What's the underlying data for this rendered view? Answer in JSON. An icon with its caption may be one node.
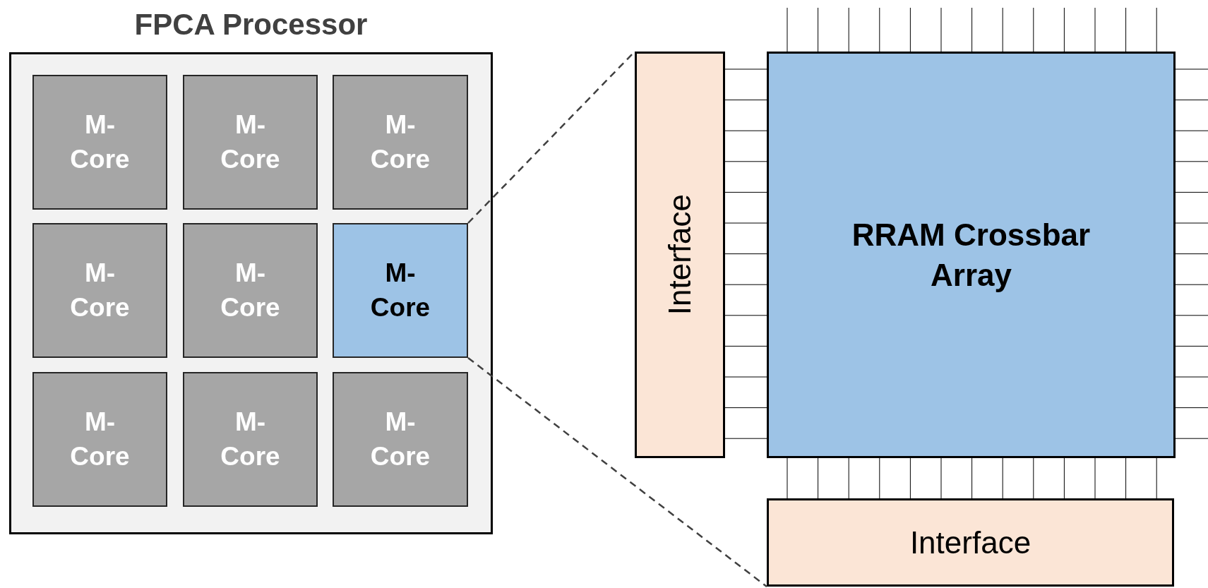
{
  "diagram": {
    "nodes": [
      {
        "text": [
          "FPCA Processor"
        ]
      },
      {
        "text": [
          "M-Core"
        ],
        "in": 0
      },
      {
        "text": [
          "M-Core"
        ],
        "in": 0
      },
      {
        "text": [
          "M-Core"
        ],
        "in": 0
      },
      {
        "text": [
          "M-Core"
        ],
        "in": 0
      },
      {
        "text": [
          "M-Core"
        ],
        "in": 0
      },
      {
        "text": [
          "M-Core"
        ],
        "in": 0
      },
      {
        "text": [
          "M-Core"
        ],
        "in": 0
      },
      {
        "text": [
          "M-Core"
        ],
        "in": 0
      },
      {
        "text": [
          "M-Core"
        ],
        "in": 0
      },
      {
        "text": [
          "Interface"
        ]
      },
      {
        "text": [
          "RRAM Crossbar Array"
        ]
      },
      {
        "text": [
          "Interface"
        ]
      }
    ],
    "edges": [
      {
        "from": 6,
        "to": 10,
        "arrow": "none",
        "style": "dashed"
      },
      {
        "from": 6,
        "to": 12,
        "arrow": "none",
        "style": "dashed"
      },
      {
        "from": 10,
        "to": 11,
        "arrow": "none"
      },
      {
        "from": 10,
        "to": 11,
        "arrow": "none"
      },
      {
        "from": 10,
        "to": 11,
        "arrow": "none"
      },
      {
        "from": 10,
        "to": 11,
        "arrow": "none"
      },
      {
        "from": 10,
        "to": 11,
        "arrow": "none"
      },
      {
        "from": 10,
        "to": 11,
        "arrow": "none"
      },
      {
        "from": 10,
        "to": 11,
        "arrow": "none"
      },
      {
        "from": 10,
        "to": 11,
        "arrow": "none"
      },
      {
        "from": 10,
        "to": 11,
        "arrow": "none"
      },
      {
        "from": 10,
        "to": 11,
        "arrow": "none"
      },
      {
        "from": 10,
        "to": 11,
        "arrow": "none"
      },
      {
        "from": 10,
        "to": 11,
        "arrow": "none"
      },
      {
        "from": 10,
        "to": 11,
        "arrow": "none"
      },
      {
        "from": 11,
        "to": 12,
        "arrow": "none"
      },
      {
        "from": 11,
        "to": 12,
        "arrow": "none"
      },
      {
        "from": 11,
        "to": 12,
        "arrow": "none"
      },
      {
        "from": 11,
        "to": 12,
        "arrow": "none"
      },
      {
        "from": 11,
        "to": 12,
        "arrow": "none"
      },
      {
        "from": 11,
        "to": 12,
        "arrow": "none"
      },
      {
        "from": 11,
        "to": 12,
        "arrow": "none"
      },
      {
        "from": 11,
        "to": 12,
        "arrow": "none"
      },
      {
        "from": 11,
        "to": 12,
        "arrow": "none"
      },
      {
        "from": 11,
        "to": 12,
        "arrow": "none"
      },
      {
        "from": 11,
        "to": 12,
        "arrow": "none"
      },
      {
        "from": 11,
        "to": 12,
        "arrow": "none"
      },
      {
        "from": 11,
        "to": 12,
        "arrow": "none"
      },
      {
        "from": 11,
        "to": null,
        "arrow": "none"
      },
      {
        "from": 11,
        "to": null,
        "arrow": "none"
      },
      {
        "from": 11,
        "to": null,
        "arrow": "none"
      },
      {
        "from": 11,
        "to": null,
        "arrow": "none"
      },
      {
        "from": 11,
        "to": null,
        "arrow": "none"
      },
      {
        "from": 11,
        "to": null,
        "arrow": "none"
      },
      {
        "from": 11,
        "to": null,
        "arrow": "none"
      },
      {
        "from": 11,
        "to": null,
        "arrow": "none"
      },
      {
        "from": 11,
        "to": null,
        "arrow": "none"
      },
      {
        "from": 11,
        "to": null,
        "arrow": "none"
      },
      {
        "from": 11,
        "to": null,
        "arrow": "none"
      },
      {
        "from": 11,
        "to": null,
        "arrow": "none"
      },
      {
        "from": 11,
        "to": null,
        "arrow": "none"
      },
      {
        "from": 11,
        "to": null,
        "arrow": "none"
      },
      {
        "from": 11,
        "to": null,
        "arrow": "none"
      },
      {
        "from": 11,
        "to": null,
        "arrow": "none"
      },
      {
        "from": 11,
        "to": null,
        "arrow": "none"
      },
      {
        "from": 11,
        "to": null,
        "arrow": "none"
      },
      {
        "from": 11,
        "to": null,
        "arrow": "none"
      },
      {
        "from": 11,
        "to": null,
        "arrow": "none"
      },
      {
        "from": 11,
        "to": null,
        "arrow": "none"
      },
      {
        "from": 11,
        "to": null,
        "arrow": "none"
      },
      {
        "from": 11,
        "to": null,
        "arrow": "none"
      },
      {
        "from": 11,
        "to": null,
        "arrow": "none"
      },
      {
        "from": 11,
        "to": null,
        "arrow": "none"
      },
      {
        "from": 11,
        "to": null,
        "arrow": "none"
      }
    ]
  }
}
